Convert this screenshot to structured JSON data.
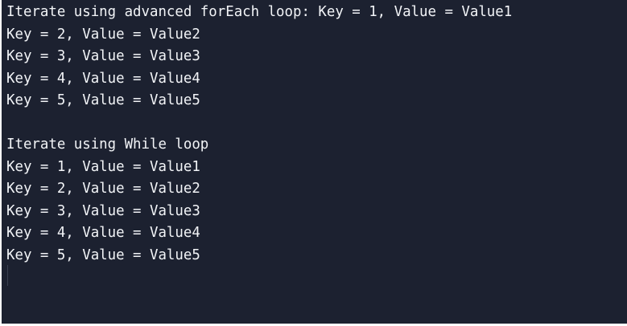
{
  "console": {
    "lines": [
      "Iterate using advanced forEach loop: Key = 1, Value = Value1",
      "Key = 2, Value = Value2",
      "Key = 3, Value = Value3",
      "Key = 4, Value = Value4",
      "Key = 5, Value = Value5",
      "",
      "Iterate using While loop",
      "Key = 1, Value = Value1",
      "Key = 2, Value = Value2",
      "Key = 3, Value = Value3",
      "Key = 4, Value = Value4",
      "Key = 5, Value = Value5"
    ]
  }
}
